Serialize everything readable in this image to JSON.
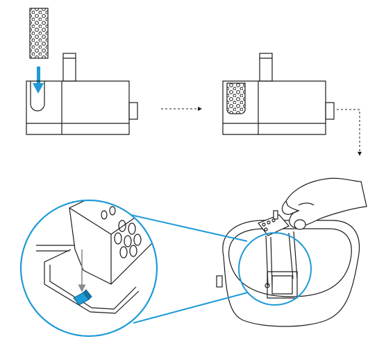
{
  "diagram": {
    "steps": [
      {
        "id": "insert-filter",
        "description_hidden": false
      },
      {
        "id": "filter-inserted"
      },
      {
        "id": "place-in-tank"
      }
    ],
    "colors": {
      "outline": "#1a1a1a",
      "accent": "#1e9ad6",
      "clip": "#1e9ad6",
      "arrow_dashed": "#1a1a1a",
      "gray_arrow": "#8a8a8a"
    },
    "icons": [
      "filter-cartridge-icon",
      "pump-icon",
      "hand-icon",
      "basin-icon",
      "clip-icon"
    ]
  }
}
